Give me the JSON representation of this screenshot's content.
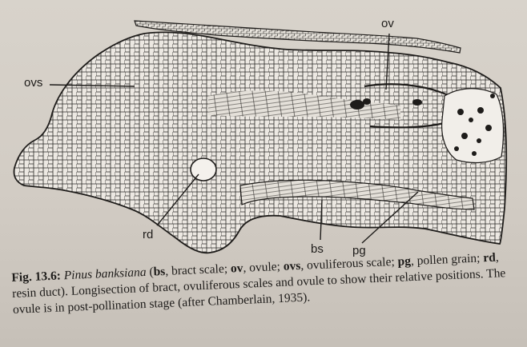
{
  "labels": {
    "ovs": "ovs",
    "ov": "ov",
    "rd": "rd",
    "bs": "bs",
    "pg": "pg"
  },
  "caption": {
    "fig_number": "Fig. 13.6:",
    "species": "Pinus banksiana",
    "open": " (",
    "ab_bs": "bs",
    "def_bs": ", bract scale; ",
    "ab_ov": "ov",
    "def_ov": ", ovule; ",
    "ab_ovs": "ovs",
    "def_ovs": ", ovuliferous scale; ",
    "ab_pg": "pg",
    "def_pg": ", pollen grain; ",
    "ab_rd": "rd",
    "def_rd": ", resin duct). Longisection of bract, ovuliferous scales and ovule to show their relative positions. The ovule is in post-pollination stage (after Chamberlain, 1935)."
  },
  "colors": {
    "paper": "#d4cec6",
    "ink": "#1e1c1a",
    "tissue": "#e9e5de"
  }
}
